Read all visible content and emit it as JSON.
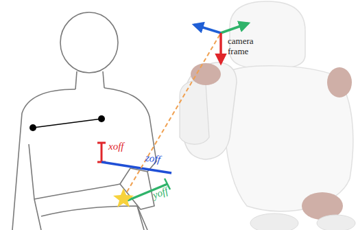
{
  "diagram": {
    "labels": [
      "camera frame",
      "xoff",
      "zoff",
      "yoff"
    ]
  }
}
